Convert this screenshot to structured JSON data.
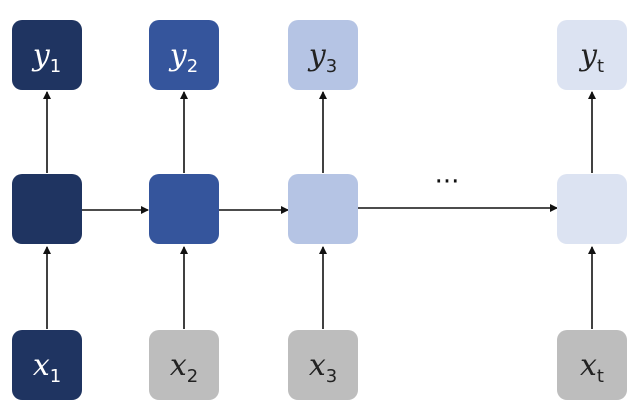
{
  "colors": {
    "dark": "#1f3461",
    "medium": "#35559c",
    "light": "#b5c4e4",
    "lighter": "#dce3f2",
    "gray": "#bdbdbd",
    "arrow": "#111111",
    "label_on_dark": "#ffffff",
    "label_on_light": "#222222"
  },
  "outputs": [
    {
      "base": "y",
      "sub": "1"
    },
    {
      "base": "y",
      "sub": "2"
    },
    {
      "base": "y",
      "sub": "3"
    },
    {
      "base": "y",
      "sub": "t"
    }
  ],
  "inputs": [
    {
      "base": "x",
      "sub": "1"
    },
    {
      "base": "x",
      "sub": "2"
    },
    {
      "base": "x",
      "sub": "3"
    },
    {
      "base": "x",
      "sub": "t"
    }
  ],
  "ellipsis": "···"
}
